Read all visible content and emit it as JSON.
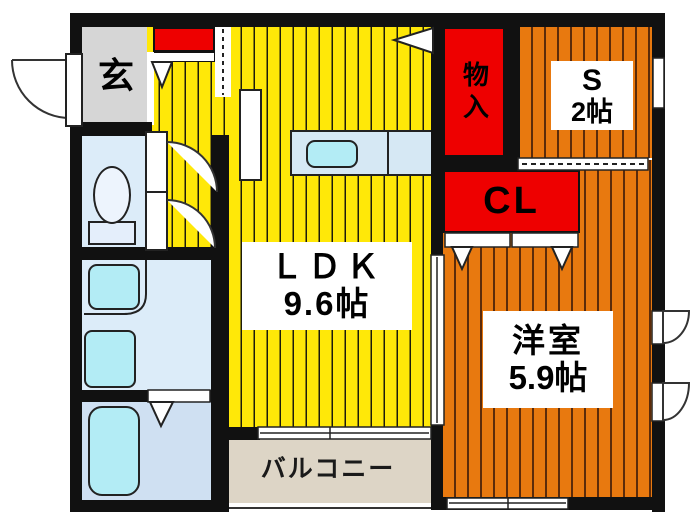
{
  "floorplan": {
    "rooms": {
      "entrance": {
        "label": "玄",
        "color": "#d6d6d6"
      },
      "ldk": {
        "label": "ＬＤＫ",
        "size": "9.6帖",
        "color": "#ffe808"
      },
      "storage": {
        "label": "物入",
        "color": "#ee0000"
      },
      "service_room": {
        "label": "S",
        "size": "2帖",
        "color": "#e8790f"
      },
      "closet": {
        "label": "CL",
        "color": "#ee0000"
      },
      "western_room": {
        "label": "洋室",
        "size": "5.9帖",
        "color": "#e8790f"
      },
      "balcony": {
        "label": "バルコニー",
        "color": "#ddd5c6"
      },
      "toilet": {
        "color": "#dcecf9"
      },
      "washroom": {
        "color": "#dcecf9"
      },
      "bathroom": {
        "color": "#cfe0f2"
      },
      "shoe_cabinet": {
        "color": "#ee0000"
      }
    },
    "fixtures": {
      "toilet": "toilet-icon",
      "bathtub": "bathtub-icon",
      "sink": "washbasin-icon",
      "washer_pan": "washing-machine-pan-icon",
      "kitchen_counter": "kitchen-counter-icon",
      "kitchen_sink": "kitchen-sink-icon"
    },
    "colors": {
      "wall": "#111111",
      "water_fixture": "#b3ecf5",
      "counter": "#d6e8f4",
      "door_white": "#ffffff",
      "yellow_stripe_line": "#1c1c0c",
      "orange_stripe_line": "#5c2b0a"
    }
  }
}
